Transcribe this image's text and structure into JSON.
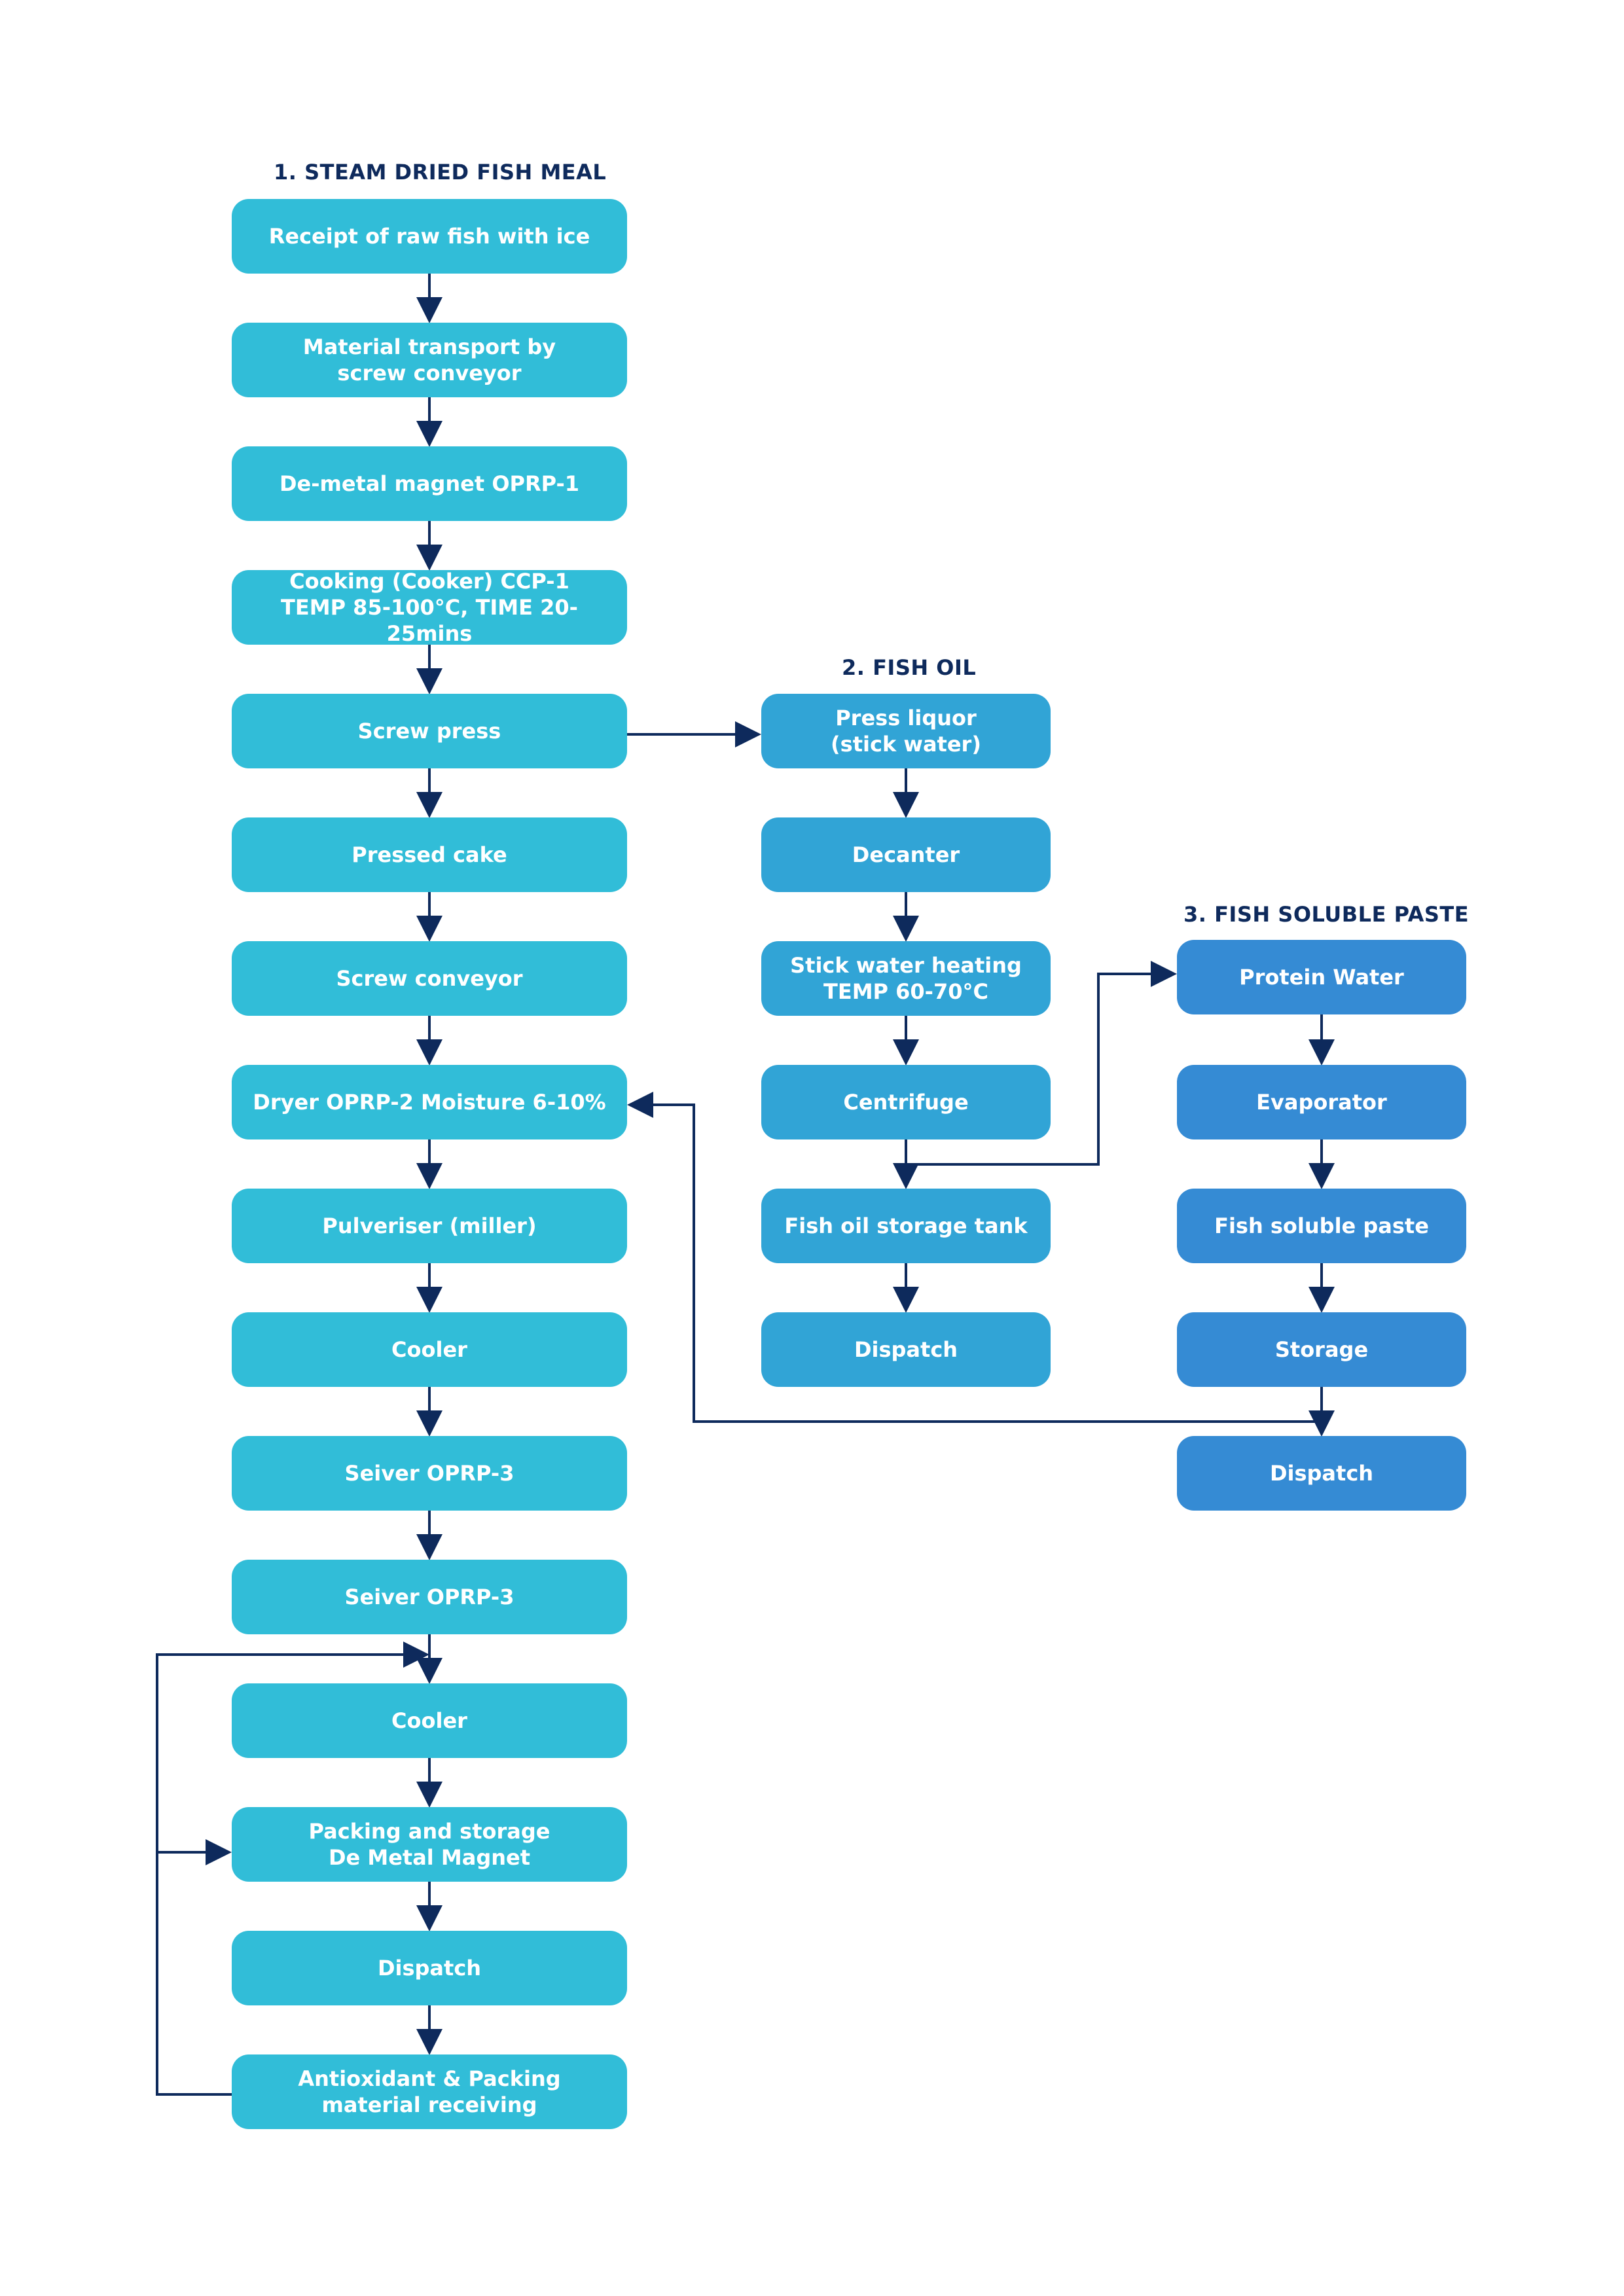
{
  "colors": {
    "meal_box": "#31bdd8",
    "oil_box": "#31a4d6",
    "paste_box": "#358bd4",
    "title_text": "#0e2a5c",
    "arrow": "#0e2a5c"
  },
  "sections": {
    "meal": {
      "title": "1. STEAM DRIED FISH MEAL",
      "steps": [
        "Receipt of raw fish with ice",
        "Material transport by\nscrew conveyor",
        "De-metal magnet OPRP-1",
        "Cooking (Cooker) CCP-1\nTEMP 85-100°C, TIME 20-25mins",
        "Screw press",
        "Pressed cake",
        "Screw conveyor",
        "Dryer OPRP-2 Moisture 6-10%",
        "Pulveriser (miller)",
        "Cooler",
        "Seiver OPRP-3",
        "Seiver OPRP-3",
        "Cooler",
        "Packing and storage\nDe Metal Magnet",
        "Dispatch",
        "Antioxidant & Packing\nmaterial receiving"
      ]
    },
    "oil": {
      "title": "2. FISH OIL",
      "steps": [
        "Press liquor\n(stick water)",
        "Decanter",
        "Stick water heating\nTEMP 60-70°C",
        "Centrifuge",
        "Fish oil storage tank",
        "Dispatch"
      ]
    },
    "paste": {
      "title": "3. FISH SOLUBLE PASTE",
      "steps": [
        "Protein Water",
        "Evaporator",
        "Fish soluble paste",
        "Storage",
        "Dispatch"
      ]
    }
  }
}
